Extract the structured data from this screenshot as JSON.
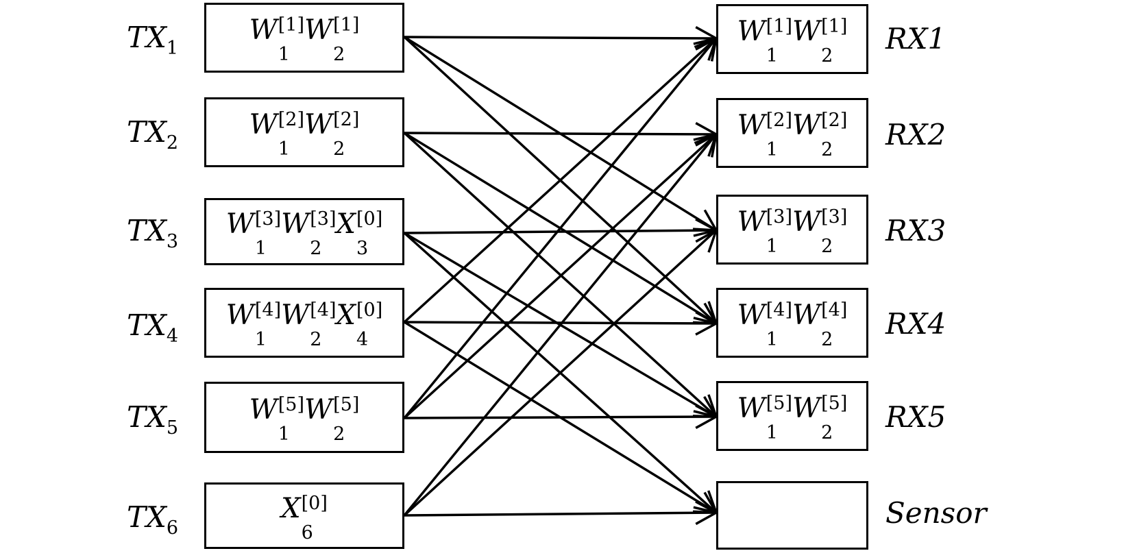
{
  "transmitters": [
    {
      "label": "TX",
      "sub": "1",
      "terms": [
        {
          "base": "W",
          "sub": "1",
          "sup": "[1]"
        },
        {
          "base": "W",
          "sub": "2",
          "sup": "[1]"
        }
      ]
    },
    {
      "label": "TX",
      "sub": "2",
      "terms": [
        {
          "base": "W",
          "sub": "1",
          "sup": "[2]"
        },
        {
          "base": "W",
          "sub": "2",
          "sup": "[2]"
        }
      ]
    },
    {
      "label": "TX",
      "sub": "3",
      "terms": [
        {
          "base": "W",
          "sub": "1",
          "sup": "[3]"
        },
        {
          "base": "W",
          "sub": "2",
          "sup": "[3]"
        },
        {
          "base": "X",
          "sub": "3",
          "sup": "[0]"
        }
      ]
    },
    {
      "label": "TX",
      "sub": "4",
      "terms": [
        {
          "base": "W",
          "sub": "1",
          "sup": "[4]"
        },
        {
          "base": "W",
          "sub": "2",
          "sup": "[4]"
        },
        {
          "base": "X",
          "sub": "4",
          "sup": "[0]"
        }
      ]
    },
    {
      "label": "TX",
      "sub": "5",
      "terms": [
        {
          "base": "W",
          "sub": "1",
          "sup": "[5]"
        },
        {
          "base": "W",
          "sub": "2",
          "sup": "[5]"
        }
      ]
    },
    {
      "label": "TX",
      "sub": "6",
      "terms": [
        {
          "base": "X",
          "sub": "6",
          "sup": "[0]"
        }
      ]
    }
  ],
  "receivers": [
    {
      "label": "RX1",
      "terms": [
        {
          "base": "W",
          "sub": "1",
          "sup": "[1]"
        },
        {
          "base": "W",
          "sub": "2",
          "sup": "[1]"
        }
      ]
    },
    {
      "label": "RX2",
      "terms": [
        {
          "base": "W",
          "sub": "1",
          "sup": "[2]"
        },
        {
          "base": "W",
          "sub": "2",
          "sup": "[2]"
        }
      ]
    },
    {
      "label": "RX3",
      "terms": [
        {
          "base": "W",
          "sub": "1",
          "sup": "[3]"
        },
        {
          "base": "W",
          "sub": "2",
          "sup": "[3]"
        }
      ]
    },
    {
      "label": "RX4",
      "terms": [
        {
          "base": "W",
          "sub": "1",
          "sup": "[4]"
        },
        {
          "base": "W",
          "sub": "2",
          "sup": "[4]"
        }
      ]
    },
    {
      "label": "RX5",
      "terms": [
        {
          "base": "W",
          "sub": "1",
          "sup": "[5]"
        },
        {
          "base": "W",
          "sub": "2",
          "sup": "[5]"
        }
      ]
    },
    {
      "label": "Sensor",
      "terms": []
    }
  ],
  "edges": [
    [
      1,
      1
    ],
    [
      1,
      3
    ],
    [
      1,
      4
    ],
    [
      2,
      2
    ],
    [
      2,
      4
    ],
    [
      2,
      5
    ],
    [
      3,
      3
    ],
    [
      3,
      5
    ],
    [
      3,
      6
    ],
    [
      4,
      1
    ],
    [
      4,
      4
    ],
    [
      4,
      6
    ],
    [
      5,
      1
    ],
    [
      5,
      2
    ],
    [
      5,
      5
    ],
    [
      6,
      2
    ],
    [
      6,
      3
    ],
    [
      6,
      6
    ]
  ],
  "colors": {
    "stroke": "#000000",
    "background": "#ffffff"
  }
}
